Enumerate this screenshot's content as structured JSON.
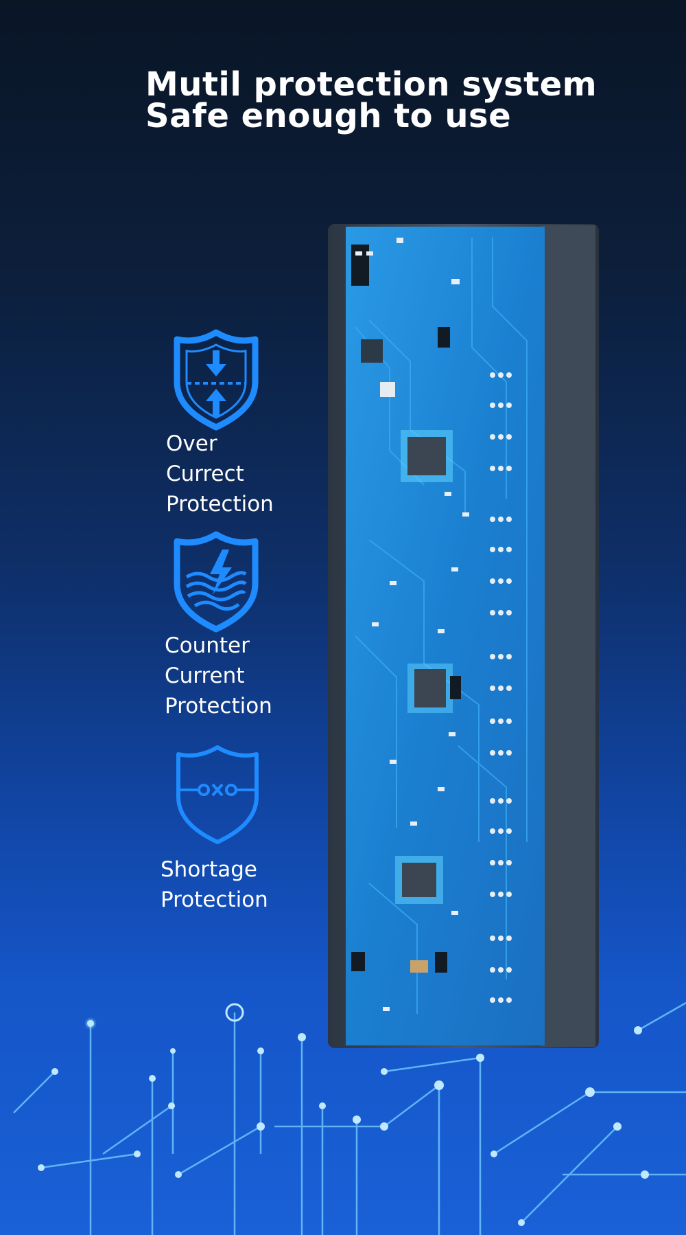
{
  "headline": {
    "line1": "Mutil protection system",
    "line2": "Safe enough to use"
  },
  "features": [
    {
      "label_lines": [
        "Over",
        "Currect",
        "Protection"
      ],
      "icon": "shield-arrows-icon"
    },
    {
      "label_lines": [
        "Counter",
        "Current",
        "Protection"
      ],
      "icon": "shield-lightning-icon"
    },
    {
      "label_lines": [
        "Shortage",
        "Protection"
      ],
      "icon": "shield-circuit-icon"
    }
  ],
  "colors": {
    "background_top": "#0a1526",
    "background_bottom": "#1a60d6",
    "icon_blue": "#1e8bff",
    "pcb_blue": "#1d86d8",
    "casing": "#3a4656",
    "text": "#ffffff"
  }
}
